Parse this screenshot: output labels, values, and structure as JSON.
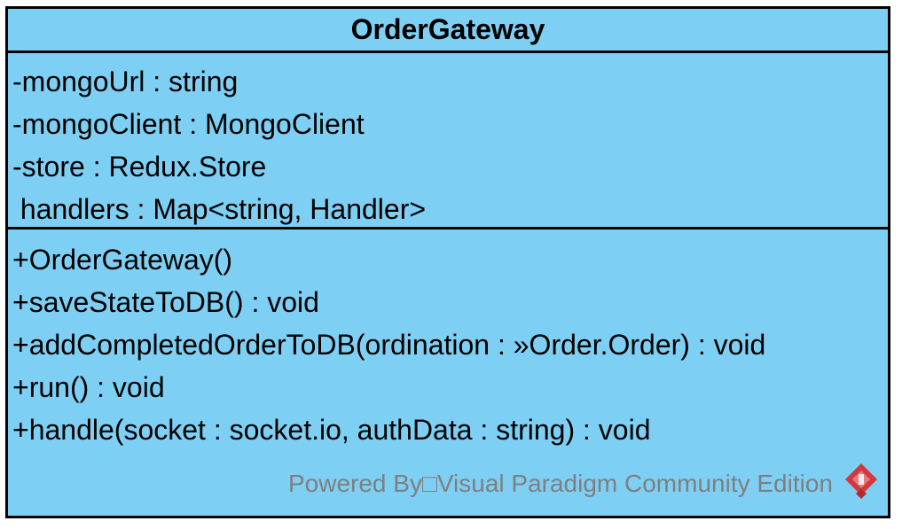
{
  "class": {
    "name": "OrderGateway",
    "attributes": [
      "-mongoUrl : string",
      "-mongoClient : MongoClient",
      "-store : Redux.Store",
      " handlers : Map<string, Handler>"
    ],
    "operations": [
      "+OrderGateway()",
      "+saveStateToDB() : void",
      "+addCompletedOrderToDB(ordination : »Order.Order) : void",
      "+run() : void",
      "+handle(socket : socket.io, authData : string) : void"
    ]
  },
  "watermark": {
    "text": "Powered By□Visual Paradigm Community Edition",
    "icon": "visual-paradigm-logo-icon"
  },
  "colors": {
    "class_fill": "#7ecff4",
    "border": "#000000",
    "watermark_text": "#7f7f7f",
    "logo_red": "#d2383c"
  }
}
